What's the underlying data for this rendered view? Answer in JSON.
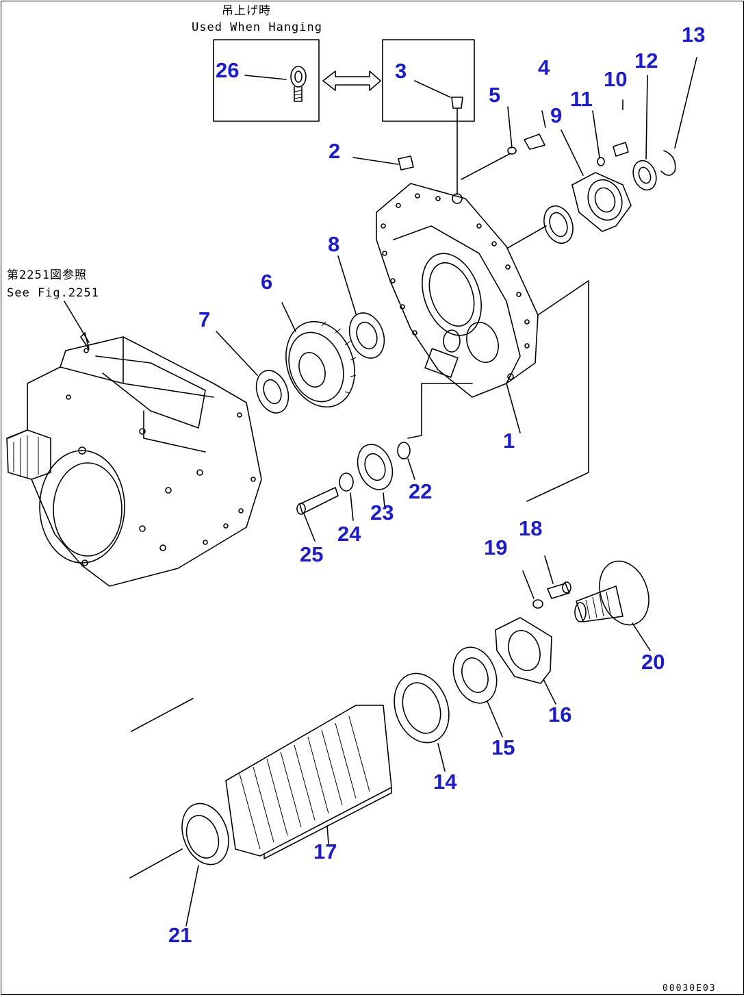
{
  "notes": {
    "hanging_jp": "吊上げ時",
    "hanging_en": "Used When Hanging",
    "see_fig_jp": "第2251図参照",
    "see_fig_en": "See Fig.2251"
  },
  "drawing_code": "00030E03",
  "callouts": [
    "1",
    "2",
    "3",
    "4",
    "5",
    "6",
    "7",
    "8",
    "9",
    "10",
    "11",
    "12",
    "13",
    "14",
    "15",
    "16",
    "17",
    "18",
    "19",
    "20",
    "21",
    "22",
    "23",
    "24",
    "25",
    "26"
  ],
  "colors": {
    "callout": "#1a1ad8",
    "line": "#000000",
    "background": "#ffffff"
  }
}
